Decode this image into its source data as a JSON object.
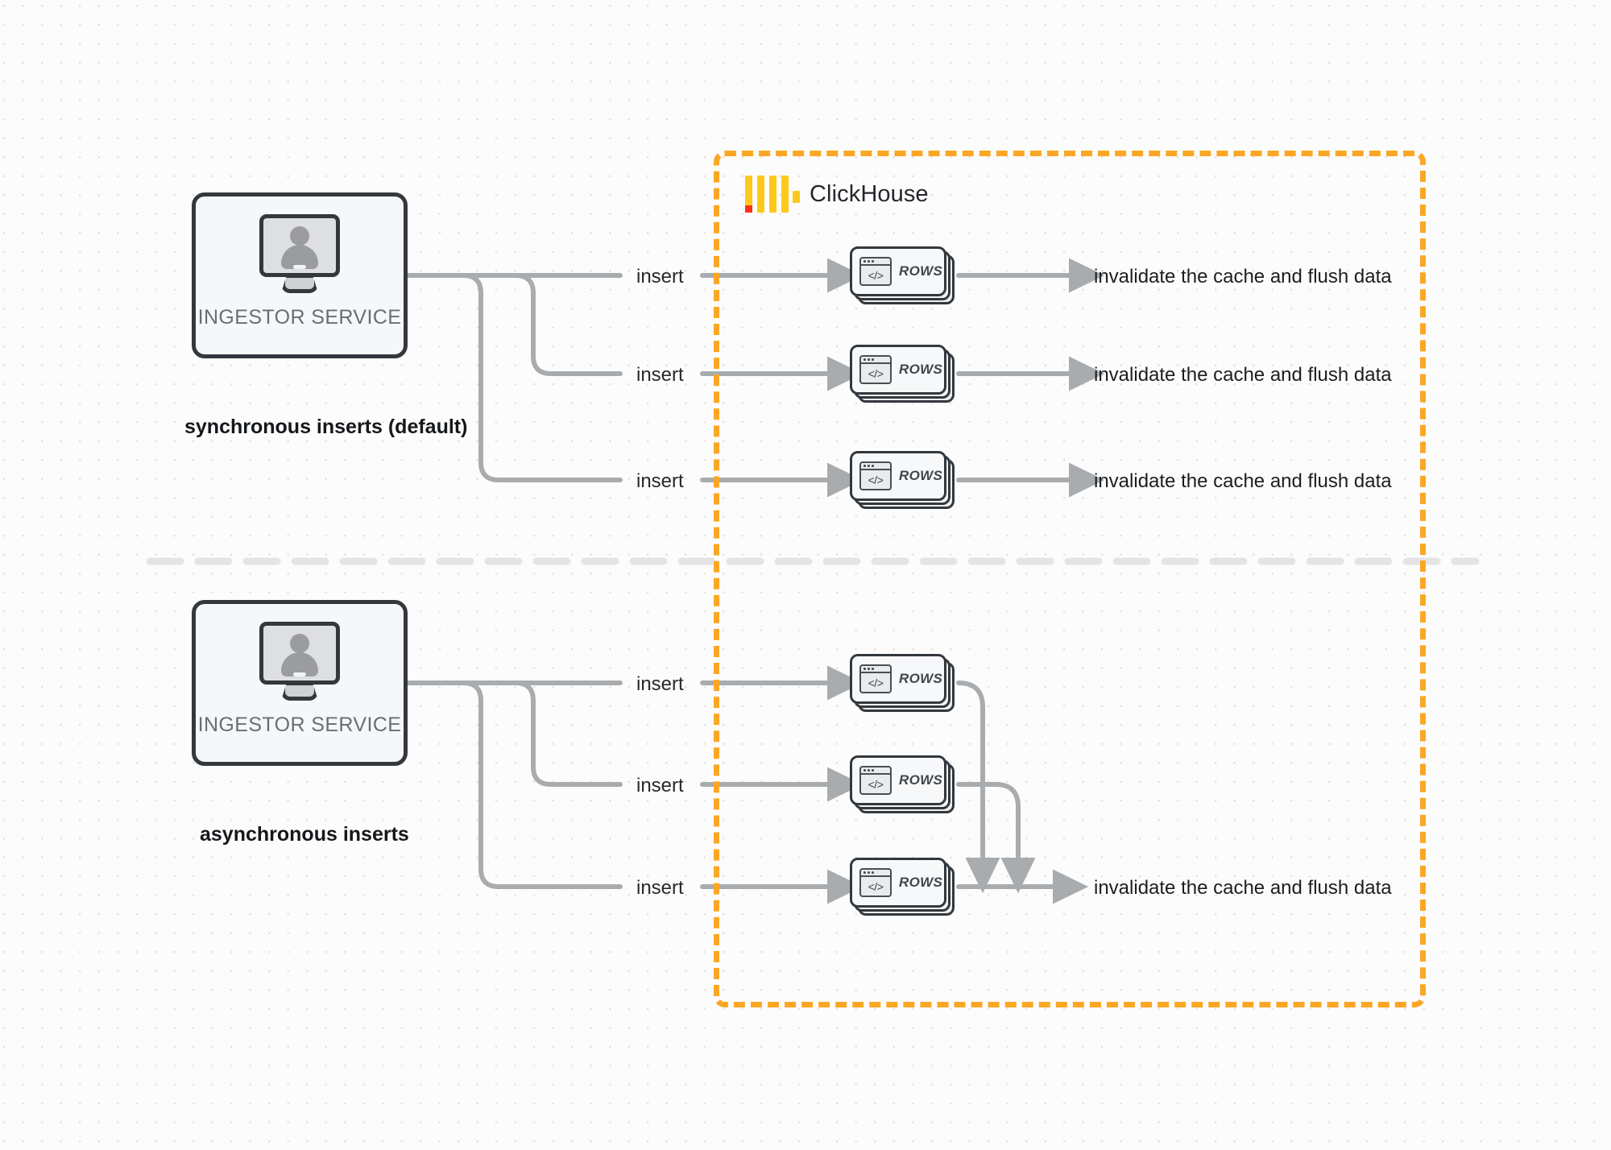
{
  "diagram": {
    "title": "ClickHouse synchronous vs asynchronous inserts",
    "background": "#FDFCFC",
    "dot_color": "#E6E2E0"
  },
  "clickhouse": {
    "name": "ClickHouse",
    "border_color": "#FBA725",
    "logo": {
      "name": "clickhouse-logo",
      "bar_color": "#FFC91A",
      "accent_color": "#FF2F18",
      "bars": 4
    }
  },
  "sections": [
    {
      "id": "sync",
      "caption": "synchronous inserts (default)",
      "node": {
        "label": "INGESTOR SERVICE",
        "icon": "monitor-user-icon"
      },
      "rows": [
        {
          "insert_label": "insert",
          "card_label": "ROWS",
          "card_icon": "code-window-icon",
          "out_label": "invalidate the cache and flush data"
        },
        {
          "insert_label": "insert",
          "card_label": "ROWS",
          "card_icon": "code-window-icon",
          "out_label": "invalidate the cache and flush data"
        },
        {
          "insert_label": "insert",
          "card_label": "ROWS",
          "card_icon": "code-window-icon",
          "out_label": "invalidate the cache and flush data"
        }
      ]
    },
    {
      "id": "async",
      "caption": "asynchronous inserts",
      "node": {
        "label": "INGESTOR SERVICE",
        "icon": "monitor-user-icon"
      },
      "rows": [
        {
          "insert_label": "insert",
          "card_label": "ROWS",
          "card_icon": "code-window-icon",
          "out_label": ""
        },
        {
          "insert_label": "insert",
          "card_label": "ROWS",
          "card_icon": "code-window-icon",
          "out_label": ""
        },
        {
          "insert_label": "insert",
          "card_label": "ROWS",
          "card_icon": "code-window-icon",
          "out_label": "invalidate the cache and flush data"
        }
      ]
    }
  ],
  "colors": {
    "wire": "#A9ACAE",
    "node_border": "#33383D",
    "node_fill": "#F6F7F8",
    "text": "#1B1E21",
    "muted_text": "#6A6E72",
    "divider": "#E2E2E2"
  }
}
